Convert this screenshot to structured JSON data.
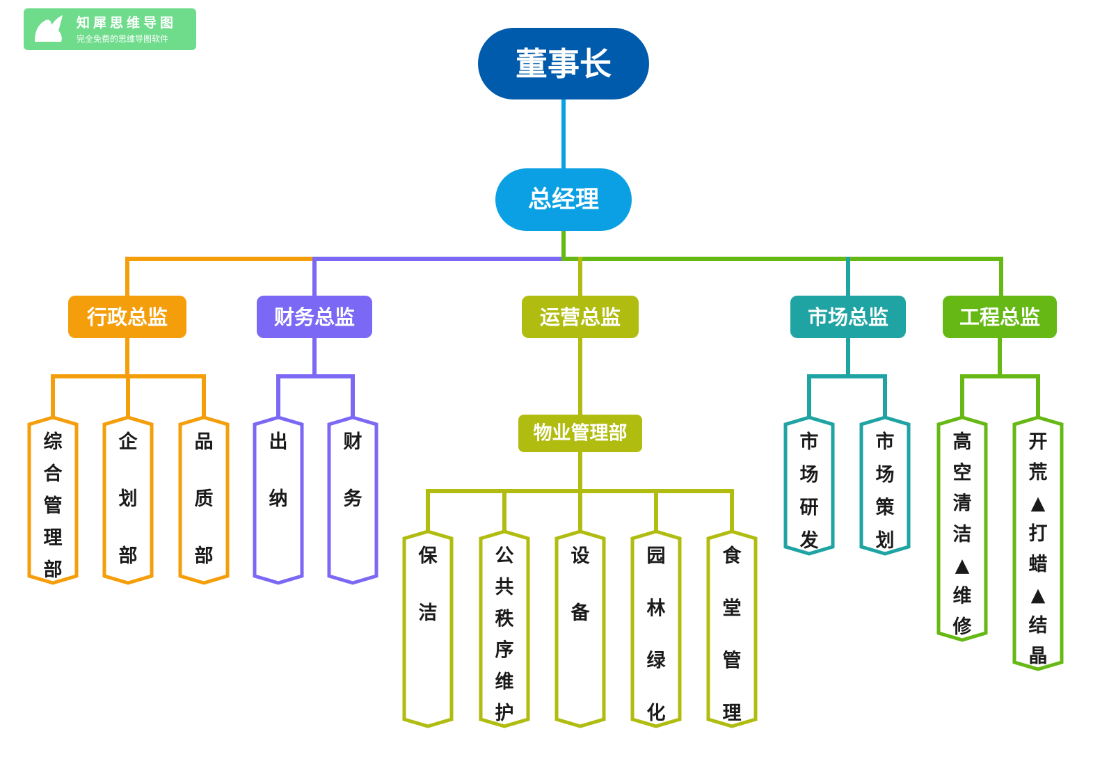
{
  "watermark": {
    "title": "知犀思维导图",
    "subtitle": "完全免费的思维导图软件"
  },
  "colors": {
    "chairman": "#005bac",
    "gm": "#0aa0e3",
    "admin": "#f59e0b",
    "finance": "#7b68f5",
    "operations": "#b0bc0f",
    "market": "#1fa3a3",
    "engineering": "#66b814"
  },
  "chairman": "董事长",
  "general_manager": "总经理",
  "directors": [
    {
      "key": "admin",
      "label": "行政总监",
      "units": [
        "综合管理部",
        "企划部",
        "品质部"
      ]
    },
    {
      "key": "finance",
      "label": "财务总监",
      "units": [
        "出纳",
        "财务"
      ]
    },
    {
      "key": "operations",
      "label": "运营总监",
      "sub_department": "物业管理部",
      "units": [
        "保洁",
        "公共秩序维护",
        "设备",
        "园林绿化",
        "食堂管理"
      ]
    },
    {
      "key": "market",
      "label": "市场总监",
      "units": [
        "市场研发",
        "市场策划"
      ]
    },
    {
      "key": "engineering",
      "label": "工程总监",
      "units": [
        "高空清洁▲维修",
        "开荒▲打蜡▲结晶"
      ]
    }
  ]
}
